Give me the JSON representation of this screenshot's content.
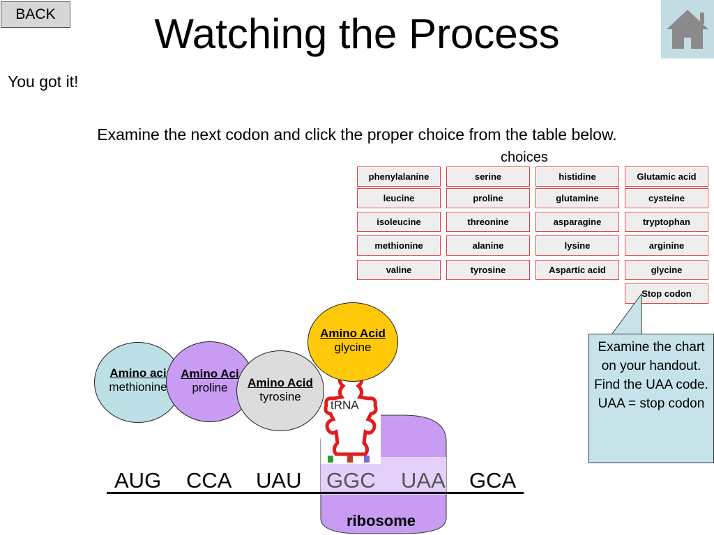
{
  "nav": {
    "back_label": "BACK",
    "home_icon": "house-icon"
  },
  "title": "Watching the Process",
  "subtitle": "You got it!",
  "instruction": "Examine the next codon and click the proper choice from the table below.",
  "choices_label": "choices",
  "choices": [
    [
      "phenylalanine",
      "serine",
      "histidine",
      "Glutamic acid"
    ],
    [
      "leucine",
      "proline",
      "glutamine",
      "cysteine"
    ],
    [
      "isoleucine",
      "threonine",
      "asparagine",
      "tryptophan"
    ],
    [
      "methionine",
      "alanine",
      "lysine",
      "arginine"
    ],
    [
      "valine",
      "tyrosine",
      "Aspartic acid",
      "glycine"
    ],
    [
      "",
      "",
      "",
      "Stop codon"
    ]
  ],
  "callout": "Examine the chart on your handout. Find the UAA code. UAA = stop codon",
  "amino_acids": [
    {
      "header": "Amino aci",
      "name": "methionine",
      "color": "#bde0e6"
    },
    {
      "header": "Amino Aci",
      "name": "proline",
      "color": "#c79cf2"
    },
    {
      "header": "Amino Acid",
      "name": "tyrosine",
      "color": "#dcdcdc"
    },
    {
      "header": "Amino Acid",
      "name": "glycine",
      "color": "#ffc90a"
    }
  ],
  "trna_label": "tRNA",
  "codons": [
    "AUG",
    "CCA",
    "UAU",
    "GGC",
    "UAA",
    "GCA"
  ],
  "ribosome_label": "ribosome",
  "colors": {
    "ribosome": "#c79cf2",
    "choice_border": "#e23b3b",
    "callout_bg": "#c5e3e9",
    "trna": "#e41b1b"
  }
}
